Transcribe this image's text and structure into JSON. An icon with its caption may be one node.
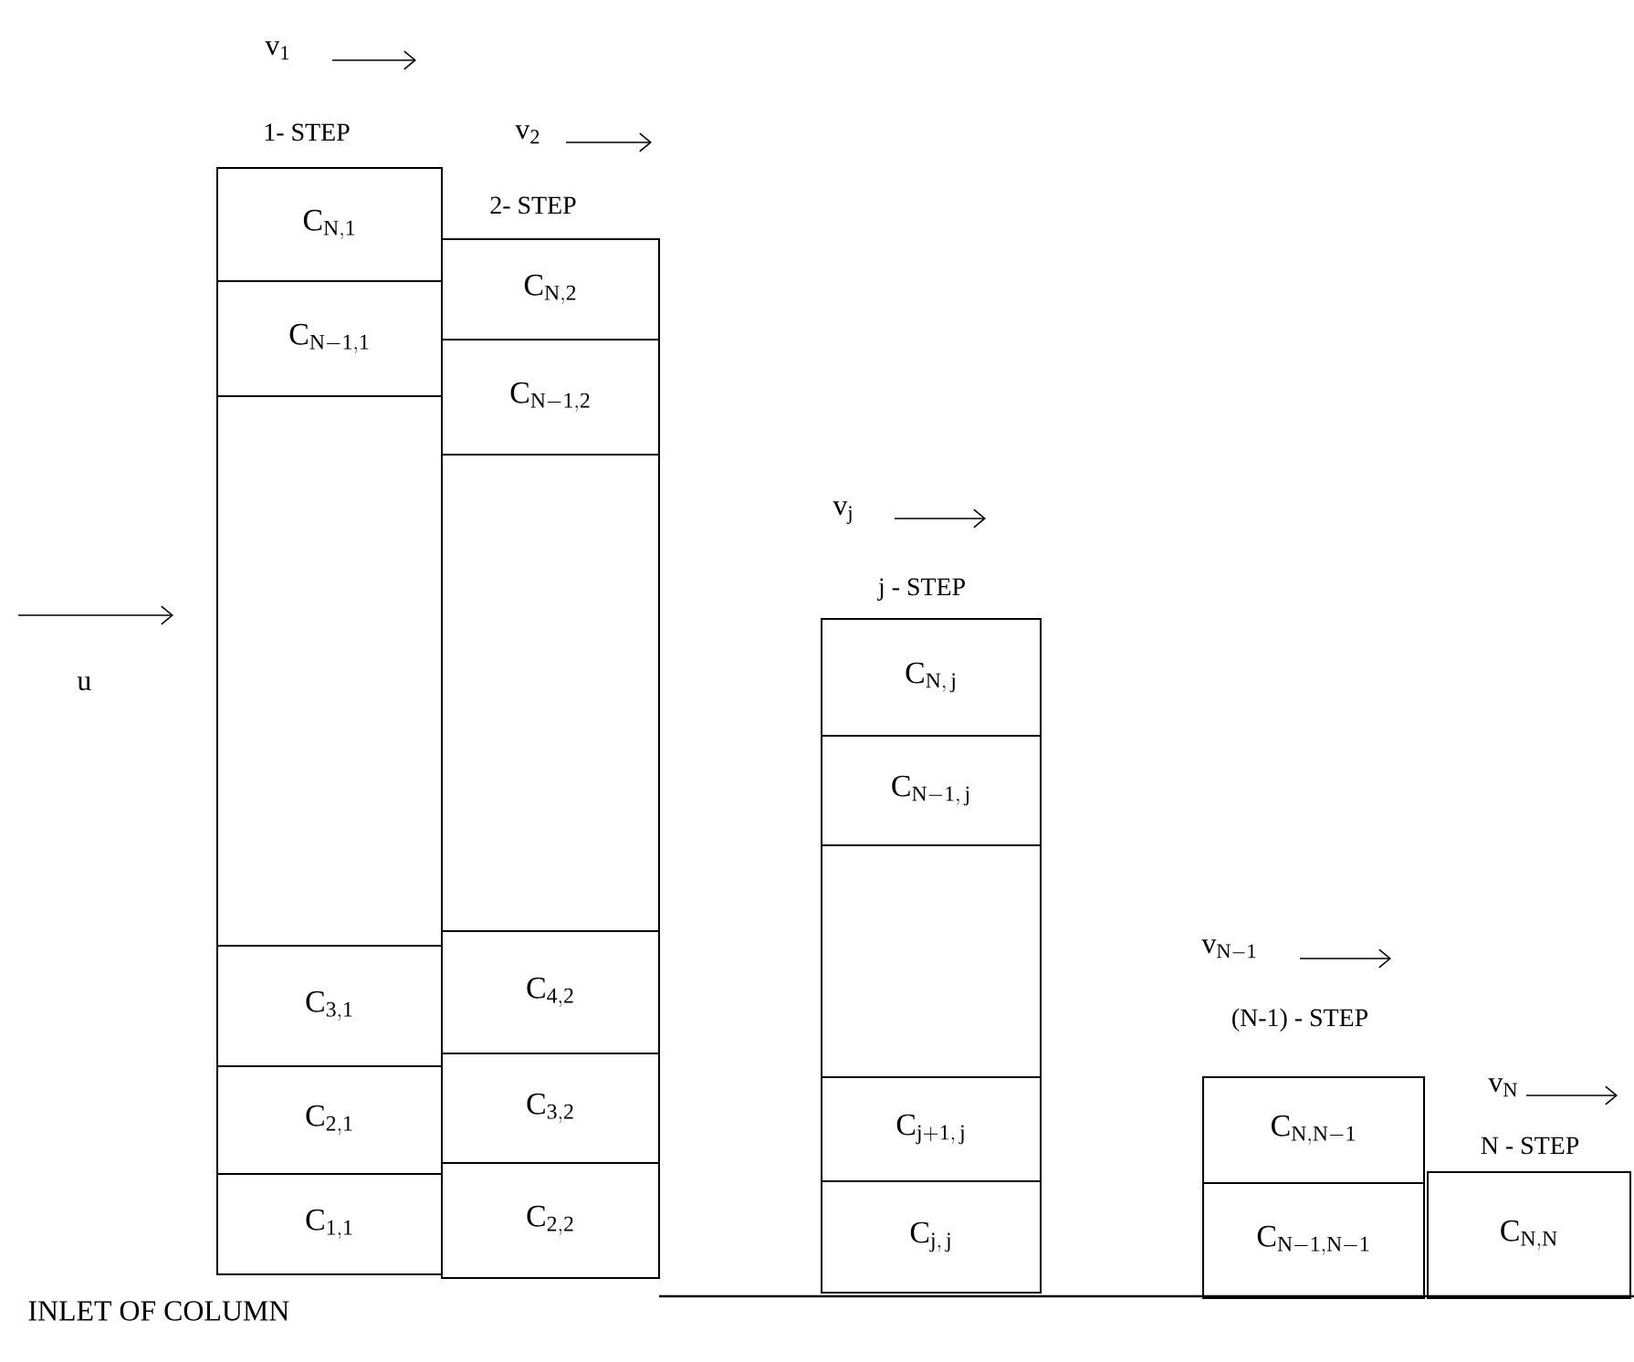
{
  "diagram": {
    "nodes": [
      {
        "text": [
          "1- STEP"
        ]
      },
      {
        "text": [
          "\\mathrm{C}_{\\mathrm{N,1}}"
        ],
        "in": 0
      },
      {
        "text": [
          "\\mathrm{C}_{\\mathrm{N-1,1}}"
        ],
        "in": 0
      },
      {
        "text": [
          "\\mathrm{C}_{\\mathrm{3,1}}"
        ],
        "in": 0
      },
      {
        "text": [
          "\\mathrm{C}_{\\mathrm{2,1}}"
        ],
        "in": 0
      },
      {
        "text": [
          "\\mathrm{C}_{\\mathrm{1,1}}"
        ],
        "in": 0
      },
      {
        "text": [
          "2- STEP"
        ]
      },
      {
        "text": [
          "\\mathrm{C}_{\\mathrm{N,2}}"
        ],
        "in": 6
      },
      {
        "text": [
          "\\mathrm{C}_{\\mathrm{N-1,2}}"
        ],
        "in": 6
      },
      {
        "text": [
          "\\mathrm{C}_{\\mathrm{4,2}}"
        ],
        "in": 6
      },
      {
        "text": [
          "\\mathrm{C}_{\\mathrm{3,2}}"
        ],
        "in": 6
      },
      {
        "text": [
          "\\mathrm{C}_{\\mathrm{2,2}}"
        ],
        "in": 6
      },
      {
        "text": [
          "j - STEP"
        ]
      },
      {
        "text": [
          "\\mathrm{C}_{\\mathrm{N,\\,j}}"
        ],
        "in": 12
      },
      {
        "text": [
          "\\mathrm{C}_{\\mathrm{N-1,\\,j}}"
        ],
        "in": 12
      },
      {
        "text": [
          "\\mathrm{C}_{\\mathrm{j+1,\\,j}}"
        ],
        "in": 12
      },
      {
        "text": [
          "\\mathrm{C}_{\\mathrm{j,\\,j}}"
        ],
        "in": 12
      },
      {
        "text": [
          "(N-1) - STEP"
        ]
      },
      {
        "text": [
          "\\mathrm{C}_{\\mathrm{N,N-1}}"
        ],
        "in": 17
      },
      {
        "text": [
          "\\mathrm{C}_{\\mathrm{N-1,N-1}}"
        ],
        "in": 17
      },
      {
        "text": [
          "N - STEP",
          "\\mathrm{C}_{\\mathrm{N,N}}"
        ]
      }
    ],
    "labels": [
      "\\mathrm{v}_{\\mathrm{1}}",
      "\\mathrm{v}_{\\mathrm{2}}",
      "\\mathrm{v}_{\\mathrm{j}}",
      "\\mathrm{v}_{\\mathrm{N-1}}",
      "\\mathrm{v}_{\\mathrm{N}}",
      "u",
      "INLET OF COLUMN"
    ]
  }
}
